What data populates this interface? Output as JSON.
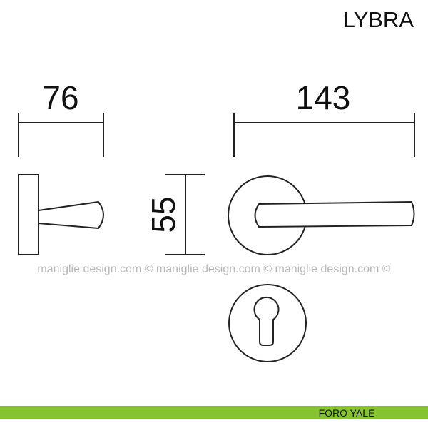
{
  "title": "LYBRA",
  "dimensions": {
    "depth": "76",
    "length": "143",
    "rose_diameter": "55"
  },
  "watermark": "maniglie design.com © maniglie design.com © maniglie design.com ©",
  "footer": {
    "label": "FORO YALE",
    "color": "#86c232"
  }
}
